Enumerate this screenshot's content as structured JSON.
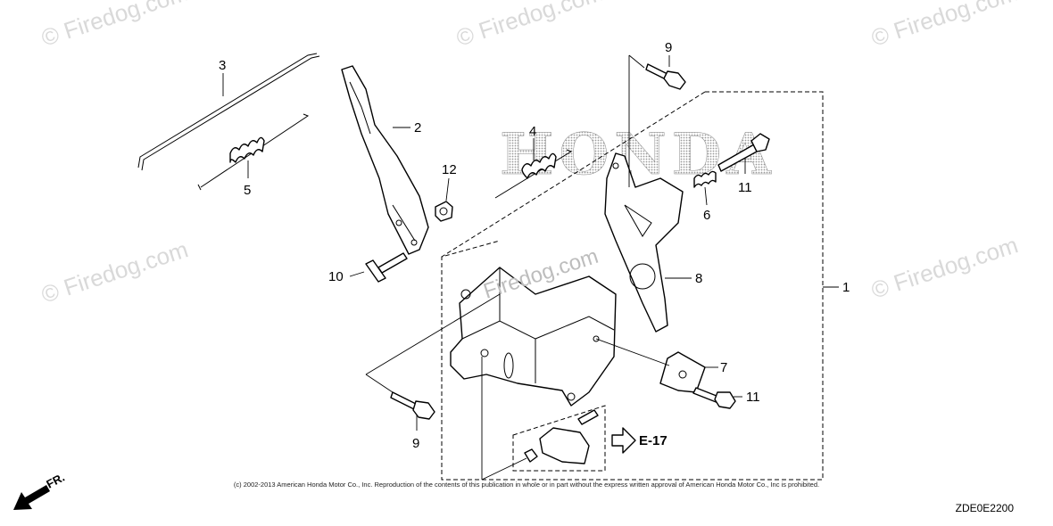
{
  "diagram": {
    "callouts": {
      "c1": "1",
      "c2": "2",
      "c3": "3",
      "c4": "4",
      "c5": "5",
      "c6": "6",
      "c7": "7",
      "c8": "8",
      "c9_top": "9",
      "c9_bottom": "9",
      "c10": "10",
      "c11_top": "11",
      "c11_bottom": "11",
      "c12": "12"
    },
    "reference": "E-17",
    "direction": "FR.",
    "brand_logo_text": "HONDA",
    "watermarks": [
      "© Firedog.com",
      "© Firedog.com",
      "© Firedog.com",
      "© Firedog.com",
      "© Firedog.com",
      "Firedog.com"
    ]
  },
  "footer": {
    "copyright": "(c) 2002-2013 American Honda Motor Co., Inc. Reproduction of the contents of this publication in whole or in part without the express written approval of American Honda Motor Co., Inc is prohibited.",
    "diagram_code": "ZDE0E2200"
  },
  "colors": {
    "ink": "#000000",
    "watermark": "#d9d9d9",
    "logo_dots": "#9a9a9a",
    "background": "#ffffff"
  }
}
